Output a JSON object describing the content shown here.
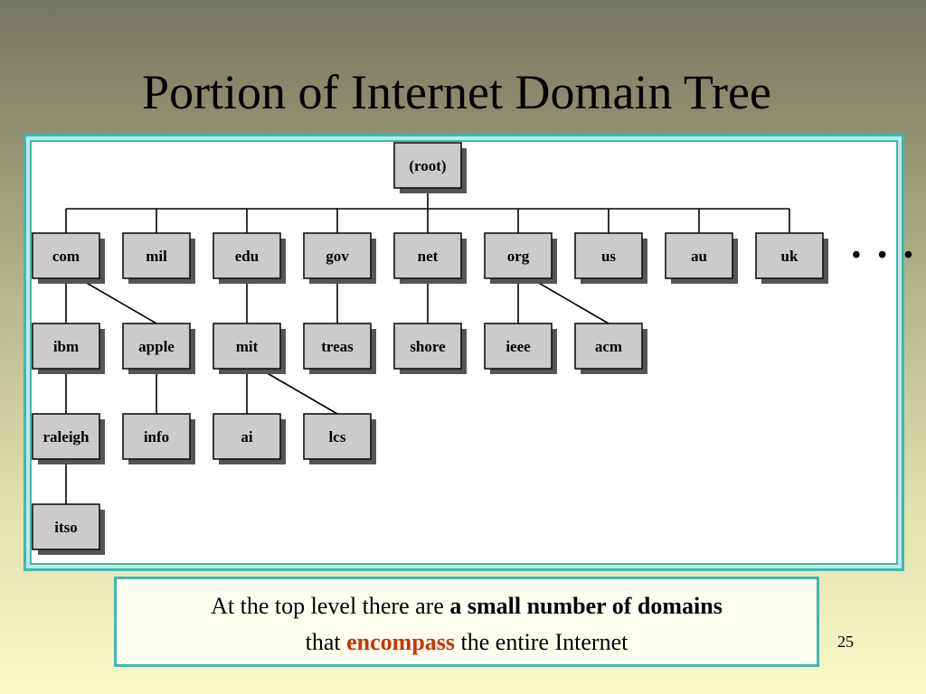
{
  "slide": {
    "title": "Portion of Internet Domain Tree",
    "page_number": "25"
  },
  "caption": {
    "part1": "At the top level there are ",
    "bold": "a small number of domains",
    "part2": "that ",
    "red": "encompass",
    "part3": " the entire Internet"
  },
  "tree": {
    "root": "(root)",
    "level1": [
      "com",
      "mil",
      "edu",
      "gov",
      "net",
      "org",
      "us",
      "au",
      "uk"
    ],
    "continuation": "• • •",
    "level2": [
      "ibm",
      "apple",
      "mit",
      "treas",
      "shore",
      "ieee",
      "acm"
    ],
    "level3": [
      "raleigh",
      "info",
      "ai",
      "lcs"
    ],
    "level4": [
      "itso"
    ],
    "edges": [
      [
        "(root)",
        "com"
      ],
      [
        "(root)",
        "mil"
      ],
      [
        "(root)",
        "edu"
      ],
      [
        "(root)",
        "gov"
      ],
      [
        "(root)",
        "net"
      ],
      [
        "(root)",
        "org"
      ],
      [
        "(root)",
        "us"
      ],
      [
        "(root)",
        "au"
      ],
      [
        "(root)",
        "uk"
      ],
      [
        "com",
        "ibm"
      ],
      [
        "com",
        "apple"
      ],
      [
        "edu",
        "mit"
      ],
      [
        "gov",
        "treas"
      ],
      [
        "net",
        "shore"
      ],
      [
        "org",
        "ieee"
      ],
      [
        "org",
        "acm"
      ],
      [
        "ibm",
        "raleigh"
      ],
      [
        "apple",
        "info"
      ],
      [
        "mit",
        "ai"
      ],
      [
        "mit",
        "lcs"
      ],
      [
        "raleigh",
        "itso"
      ]
    ]
  }
}
